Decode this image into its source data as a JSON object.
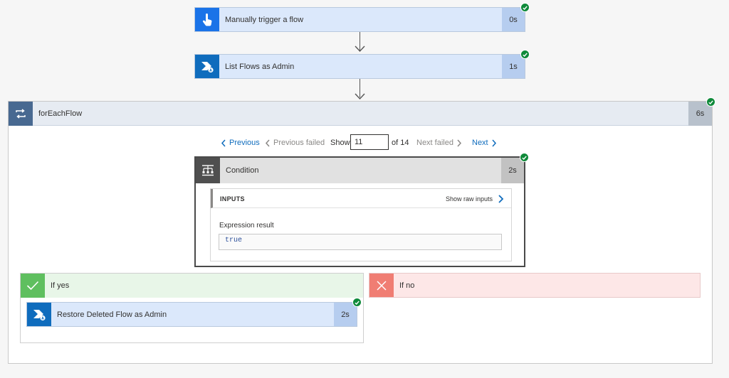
{
  "steps": [
    {
      "title": "Manually trigger a flow",
      "duration": "0s",
      "icon": "touch-trigger-icon"
    },
    {
      "title": "List Flows as Admin",
      "duration": "1s",
      "icon": "power-automate-admin-icon"
    }
  ],
  "foreach": {
    "title": "forEachFlow",
    "duration": "6s",
    "pager": {
      "previous": "Previous",
      "previous_failed": "Previous failed",
      "show_label": "Show",
      "current": "11",
      "of_total": "of 14",
      "next_failed": "Next failed",
      "next": "Next"
    },
    "condition": {
      "title": "Condition",
      "duration": "2s",
      "inputs_label": "INPUTS",
      "raw_inputs_label": "Show raw inputs",
      "expression_label": "Expression result",
      "expression_value": "true"
    },
    "yes_branch": {
      "label": "If yes",
      "action": {
        "title": "Restore Deleted Flow as Admin",
        "duration": "2s"
      }
    },
    "no_branch": {
      "label": "If no"
    }
  },
  "colors": {
    "success": "#0f8a3a",
    "admin_blue": "#0f6cbd",
    "trigger_blue": "#1a73e8",
    "loop_header": "#486991",
    "yes_green": "#5fbf5f",
    "no_red": "#f07d73",
    "link": "#0f6cbd"
  }
}
